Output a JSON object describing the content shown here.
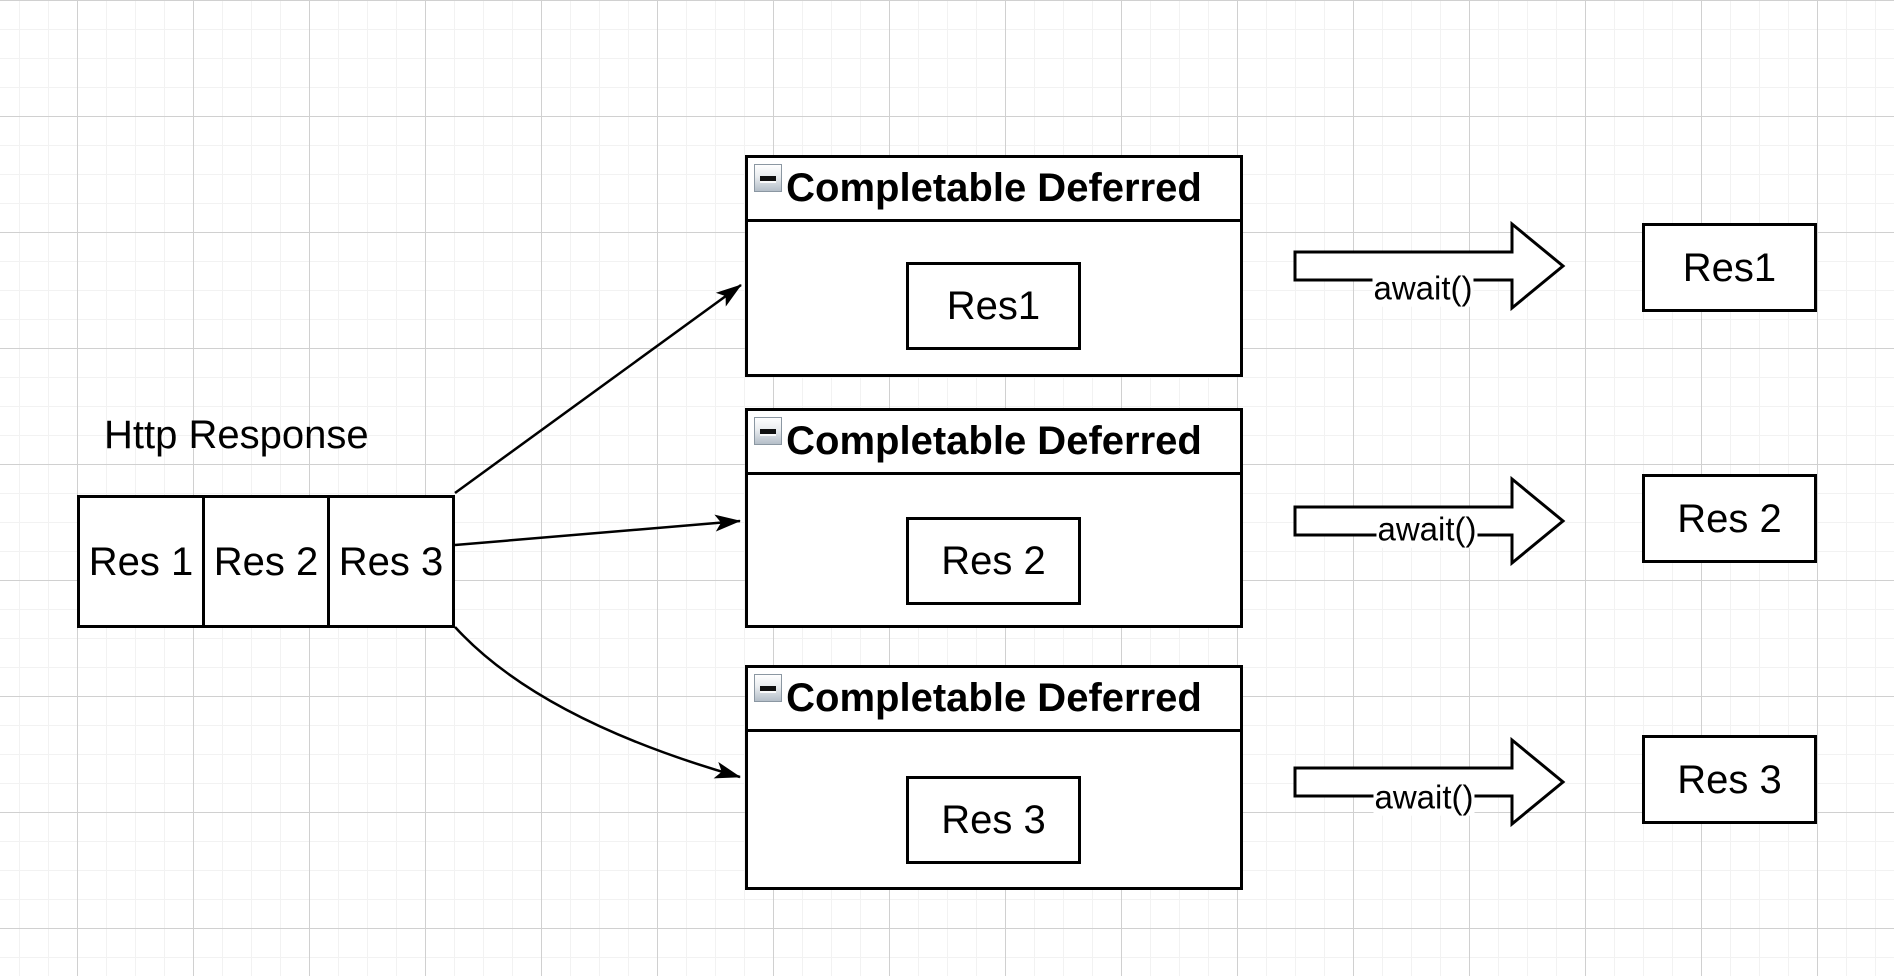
{
  "canvas": {
    "background": "#ffffff",
    "grid_minor_color": "#f2f2f2",
    "grid_major_color": "#d0d0d0",
    "stroke_color": "#000000",
    "shape_fill": "#ffffff"
  },
  "http_response": {
    "label": "Http Response",
    "cells": [
      "Res 1",
      "Res 2",
      "Res 3"
    ]
  },
  "deferred_containers": [
    {
      "title": "Completable Deferred",
      "collapse_icon": "minus-icon",
      "value": "Res1"
    },
    {
      "title": "Completable Deferred",
      "collapse_icon": "minus-icon",
      "value": "Res 2"
    },
    {
      "title": "Completable Deferred",
      "collapse_icon": "minus-icon",
      "value": "Res 3"
    }
  ],
  "await_arrows": [
    {
      "label": "await()"
    },
    {
      "label": "await()"
    },
    {
      "label": "await()"
    }
  ],
  "result_boxes": [
    {
      "label": "Res1"
    },
    {
      "label": "Res 2"
    },
    {
      "label": "Res 3"
    }
  ]
}
